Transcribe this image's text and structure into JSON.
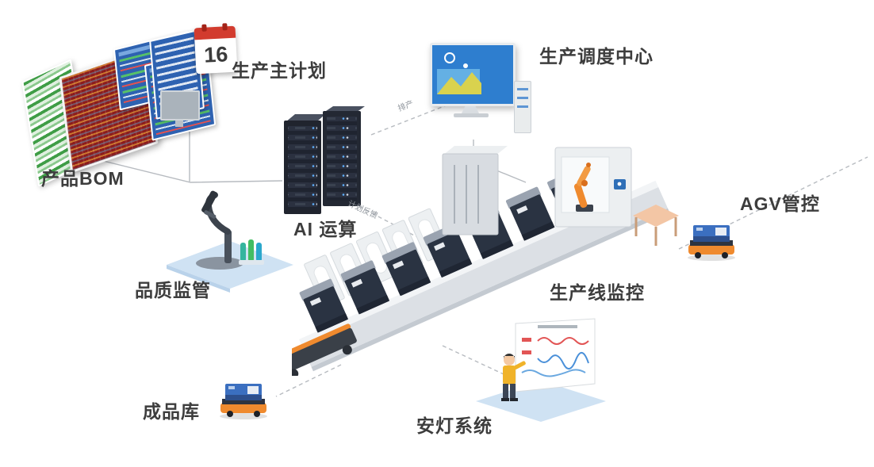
{
  "diagram": {
    "type": "isometric-architecture-diagram",
    "nodes": {
      "product_bom": {
        "label": "产品BOM"
      },
      "master_plan": {
        "label": "生产主计划",
        "calendar_day": "16"
      },
      "dispatch_center": {
        "label": "生产调度中心"
      },
      "ai_computing": {
        "label": "AI 运算"
      },
      "agv_control": {
        "label": "AGV管控"
      },
      "quality": {
        "label": "品质监管"
      },
      "line_monitoring": {
        "label": "生产线监控"
      },
      "finished_goods": {
        "label": "成品库"
      },
      "andon": {
        "label": "安灯系统"
      }
    },
    "edges": {
      "scheduling": {
        "label": "排产"
      },
      "plan_feedback": {
        "label": "计划反馈"
      }
    },
    "icons": {
      "product_bom": "spreadsheet-screens-icon",
      "master_plan": "calendar-icon",
      "dispatch_center": "dashboard-monitor-icon",
      "ai_computing": "server-racks-icon",
      "agv_control": "agv-robot-icon",
      "quality": "microscope-icon",
      "line_monitoring": "production-line-icon",
      "finished_goods": "agv-robot-icon",
      "andon": "worker-chartboard-icon"
    },
    "colors": {
      "background": "#ffffff",
      "label_text": "#3d3d3d",
      "connector": "#b7bbc0",
      "edge_label_text": "#8e949b",
      "accent_blue": "#2e6fb7",
      "accent_orange": "#ef8a2e",
      "calendar_red": "#d23b2e",
      "server_dark": "#20242e",
      "platform_blue": "#cfe2f3"
    }
  }
}
